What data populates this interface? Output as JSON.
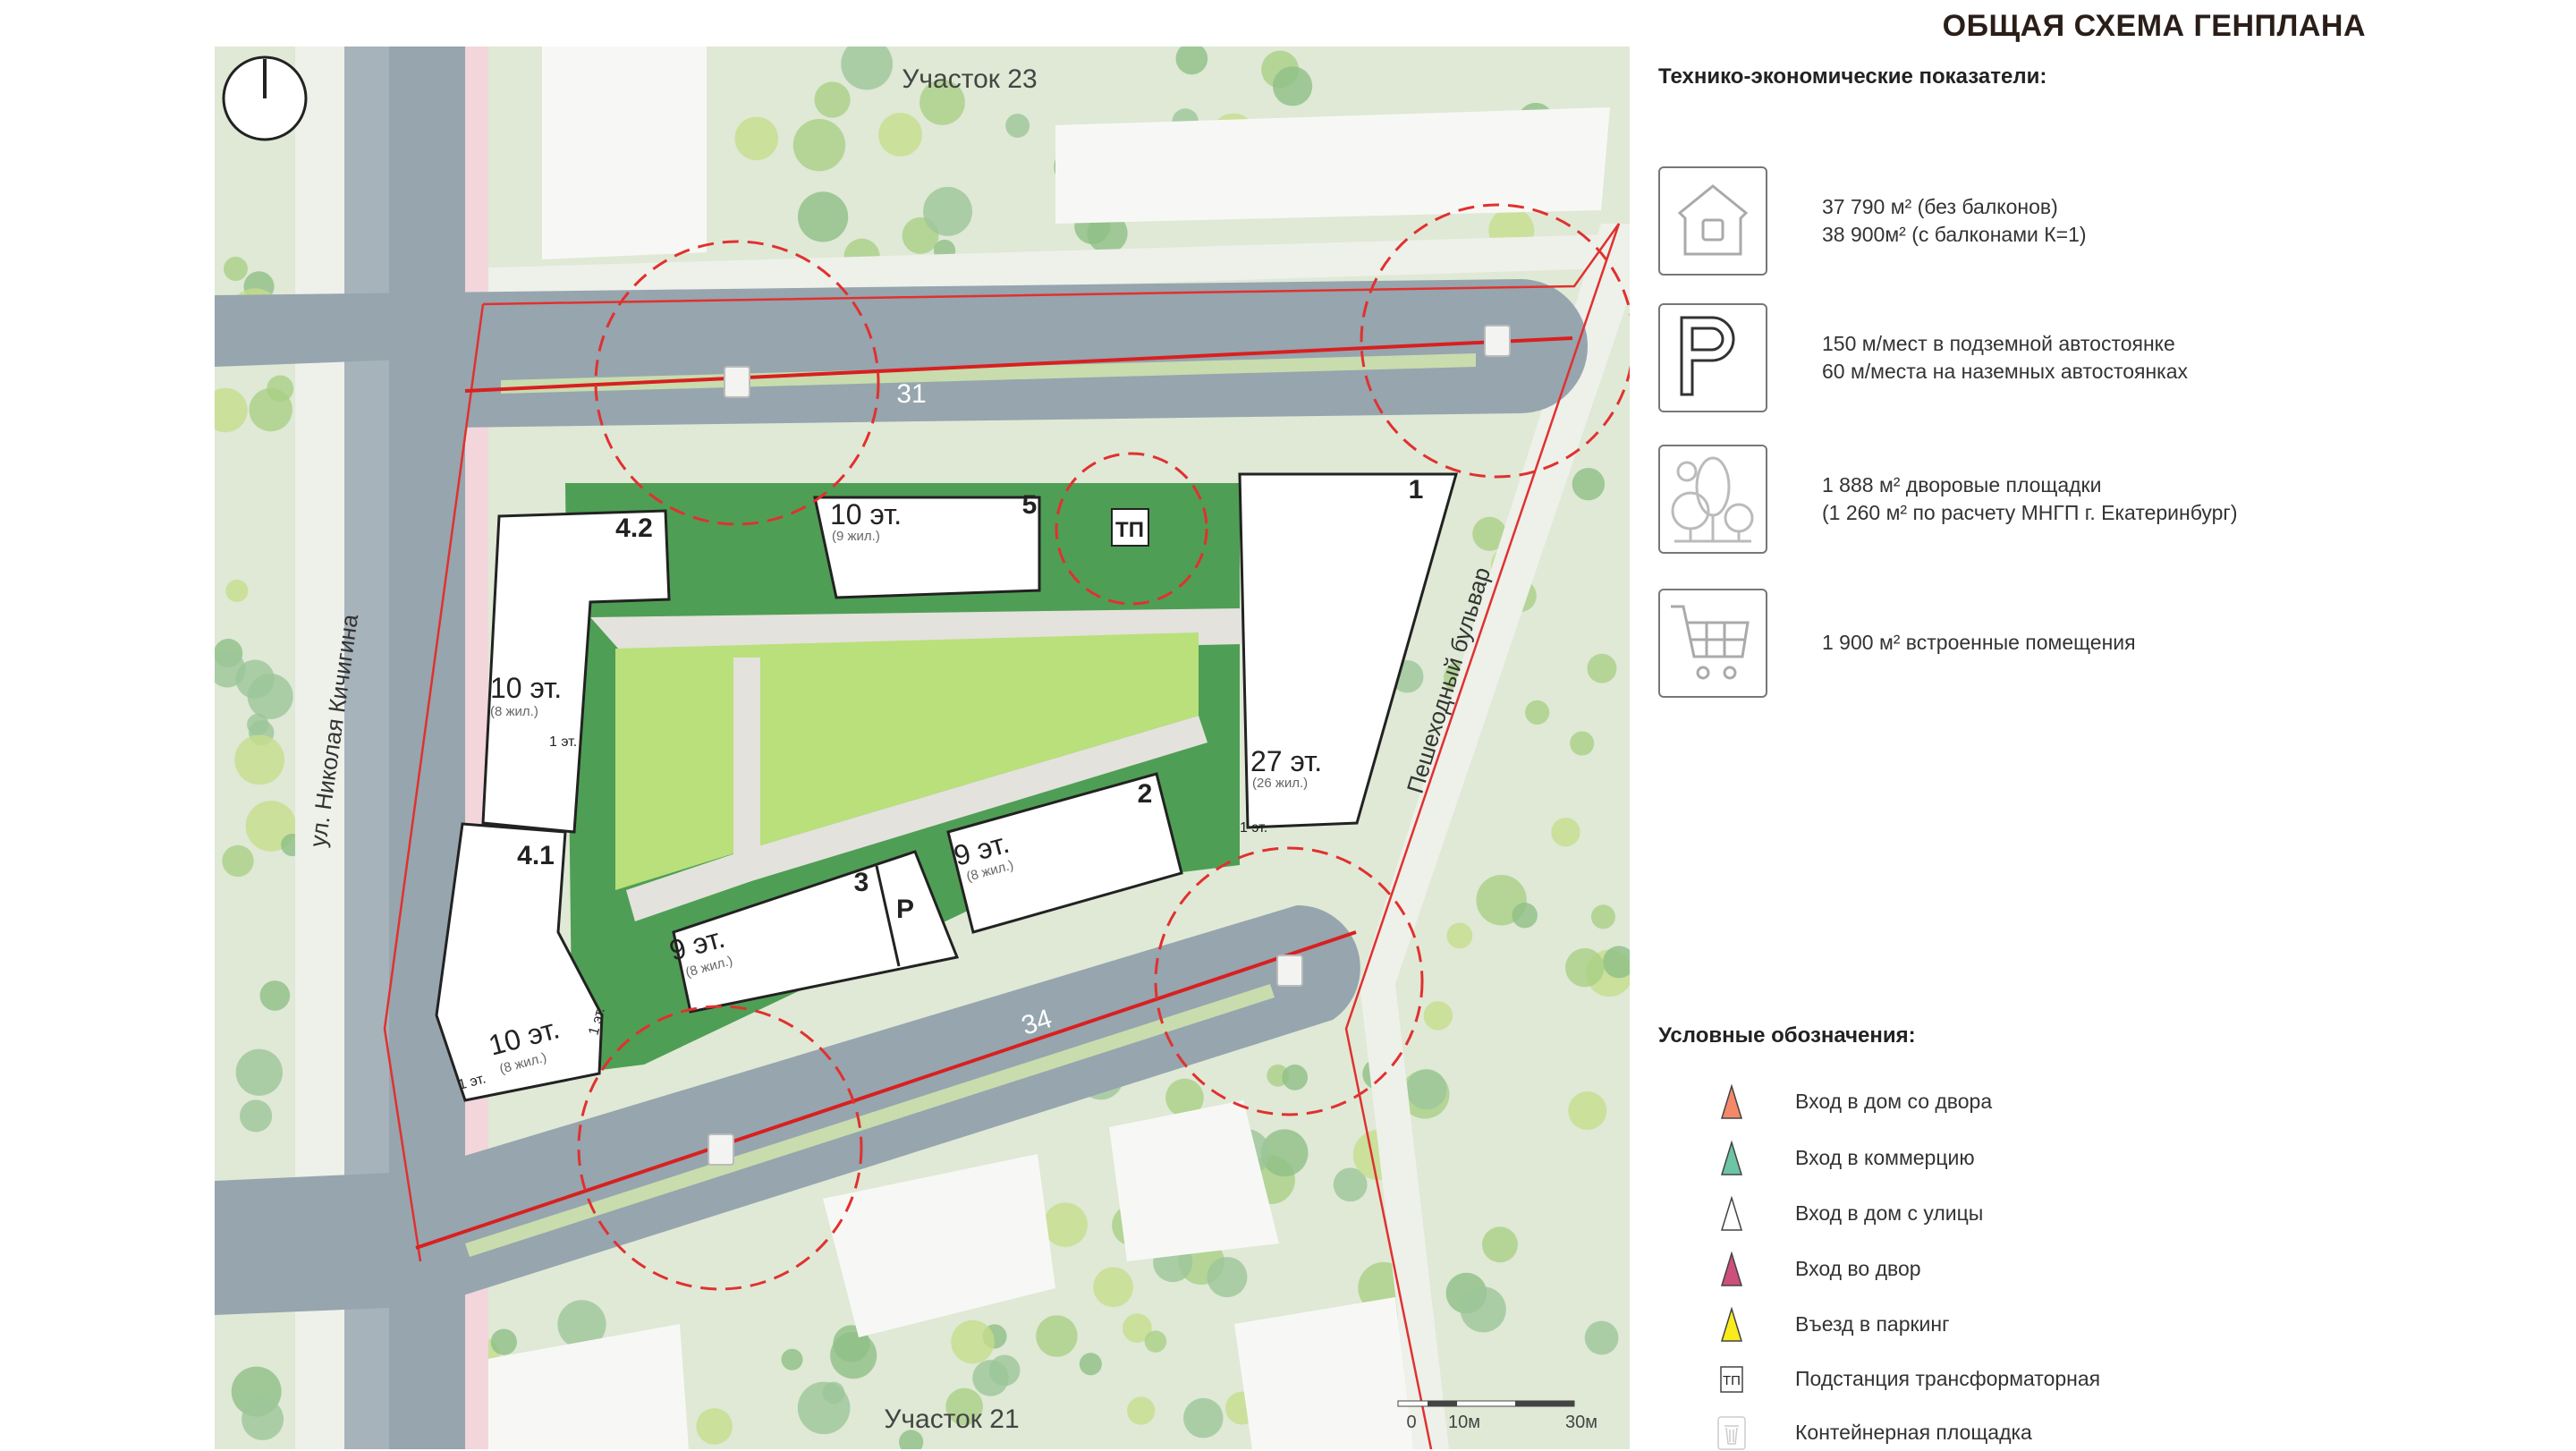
{
  "header": {
    "title": "ОБЩАЯ СХЕМА ГЕНПЛАНА"
  },
  "indicators": {
    "heading": "Технико-экономические показатели:",
    "items": [
      {
        "icon": "house-icon",
        "lines": [
          "37 790 м²  (без балконов)",
          "38 900м²  (с балконами К=1)"
        ]
      },
      {
        "icon": "parking-icon",
        "lines": [
          "150 м/мест в подземной автостоянке",
          "60 м/места на наземных автостоянках"
        ]
      },
      {
        "icon": "trees-icon",
        "lines": [
          "1 888 м² дворовые площадки",
          "(1 260 м² по расчету МНГП г. Екатеринбург)"
        ]
      },
      {
        "icon": "shopping-cart-icon",
        "lines": [
          "1 900 м² встроенные помещения"
        ]
      }
    ]
  },
  "legend": {
    "heading": "Условные обозначения:",
    "items": [
      {
        "icon": "triangle-icon",
        "color": "#f4896a",
        "label": "Вход в дом со двора"
      },
      {
        "icon": "triangle-icon",
        "color": "#6cc4a4",
        "label": "Вход в коммерцию"
      },
      {
        "icon": "triangle-icon",
        "color": "#ffffff",
        "label": "Вход в дом с улицы"
      },
      {
        "icon": "triangle-icon",
        "color": "#cc4f7c",
        "label": "Вход во двор"
      },
      {
        "icon": "triangle-icon",
        "color": "#f8ec1c",
        "label": "Въезд в паркинг"
      },
      {
        "icon": "tp-icon",
        "symbol": "ТП",
        "label": "Подстанция трансформаторная"
      },
      {
        "icon": "trash-bin-icon",
        "label": "Контейнерная площадка"
      }
    ]
  },
  "map": {
    "plot_north": "Участок 23",
    "plot_south": "Участок 21",
    "street_west": "ул. Николая Кичигина",
    "boulevard_east": "Пешеходный бульвар",
    "parking_north_number": "31",
    "parking_south_number": "34",
    "tp_label": "ТП",
    "parking_label": "Р",
    "buildings": {
      "b42": {
        "number": "4.2",
        "floors": "10 эт.",
        "residential": "(8 жил.)",
        "low": "1 эт."
      },
      "b41": {
        "number": "4.1",
        "floors": "10 эт.",
        "residential": "(8 жил.)",
        "low_a": "1 эт.",
        "low_b": "1 эт."
      },
      "b5": {
        "number": "5",
        "floors": "10 эт.",
        "residential": "(9 жил.)"
      },
      "b1": {
        "number": "1",
        "floors": "27 эт.",
        "residential": "(26 жил.)",
        "low": "1 эт."
      },
      "b2": {
        "number": "2",
        "floors": "9 эт.",
        "residential": "(8 жил.)"
      },
      "b3": {
        "number": "3",
        "floors": "9 эт.",
        "residential": "(8 жил.)"
      }
    },
    "scale": {
      "zero": "0",
      "mid": "10м",
      "end": "30м"
    },
    "colors": {
      "road": "#96a5ae",
      "lawn": "#b9e07a",
      "green": "#3f9a4c",
      "boundary": "#e0312f",
      "background": "#dfe9d6"
    }
  }
}
